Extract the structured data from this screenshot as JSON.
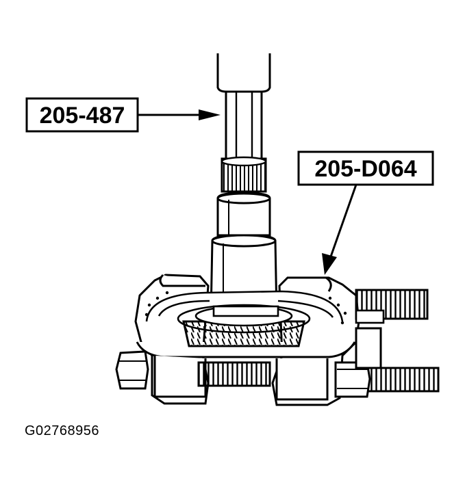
{
  "callouts": {
    "tool_left": "205-487",
    "tool_right": "205-D064"
  },
  "figure_id": "G02768956",
  "colors": {
    "ink": "#000000",
    "paper": "#ffffff"
  }
}
